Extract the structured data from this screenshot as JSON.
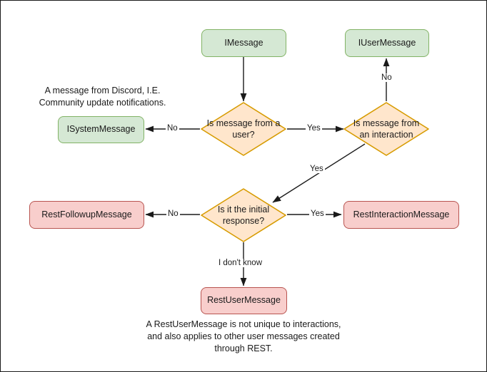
{
  "diagram": {
    "title": "Discord message type decision flowchart",
    "colors": {
      "green_fill": "#d5e8d4",
      "green_stroke": "#82b366",
      "orange_fill": "#ffe6cc",
      "orange_stroke": "#d79b00",
      "pink_fill": "#f8cecc",
      "pink_stroke": "#b85450",
      "edge_stroke": "#1a1a1a",
      "frame_stroke": "#1a1a1a",
      "background": "#ffffff"
    },
    "nodes": {
      "imessage": {
        "label": "IMessage",
        "shape": "rounded-rect",
        "color": "green"
      },
      "iusermessage": {
        "label": "IUserMessage",
        "shape": "rounded-rect",
        "color": "green"
      },
      "isystemmessage": {
        "label": "ISystemMessage",
        "shape": "rounded-rect",
        "color": "green"
      },
      "decision_user": {
        "label": "Is message from a user?",
        "shape": "diamond",
        "color": "orange"
      },
      "decision_interaction": {
        "label": "Is message from an interaction",
        "shape": "diamond",
        "color": "orange"
      },
      "decision_initial": {
        "label": "Is it the initial response?",
        "shape": "diamond",
        "color": "orange"
      },
      "restfollowupmessage": {
        "label": "RestFollowupMessage",
        "shape": "rounded-rect",
        "color": "pink"
      },
      "restinteractionmessage": {
        "label": "RestInteractionMessage",
        "shape": "rounded-rect",
        "color": "pink"
      },
      "restusermessage": {
        "label": "RestUserMessage",
        "shape": "rounded-rect",
        "color": "pink"
      }
    },
    "edge_labels": {
      "user_no": "No",
      "user_yes": "Yes",
      "interaction_no": "No",
      "interaction_yes": "Yes",
      "initial_no": "No",
      "initial_yes": "Yes",
      "initial_unknown": "I don't know"
    },
    "notes": {
      "system_note": "A message from Discord, I.E.\nCommunity update notifications.",
      "system_note_line1": "A message from Discord, I.E.",
      "system_note_line2": "Community update notifications.",
      "rest_user_note_line1": "A RestUserMessage is not unique to interactions,",
      "rest_user_note_line2": "and also applies to other user messages created",
      "rest_user_note_line3": "through REST."
    }
  }
}
